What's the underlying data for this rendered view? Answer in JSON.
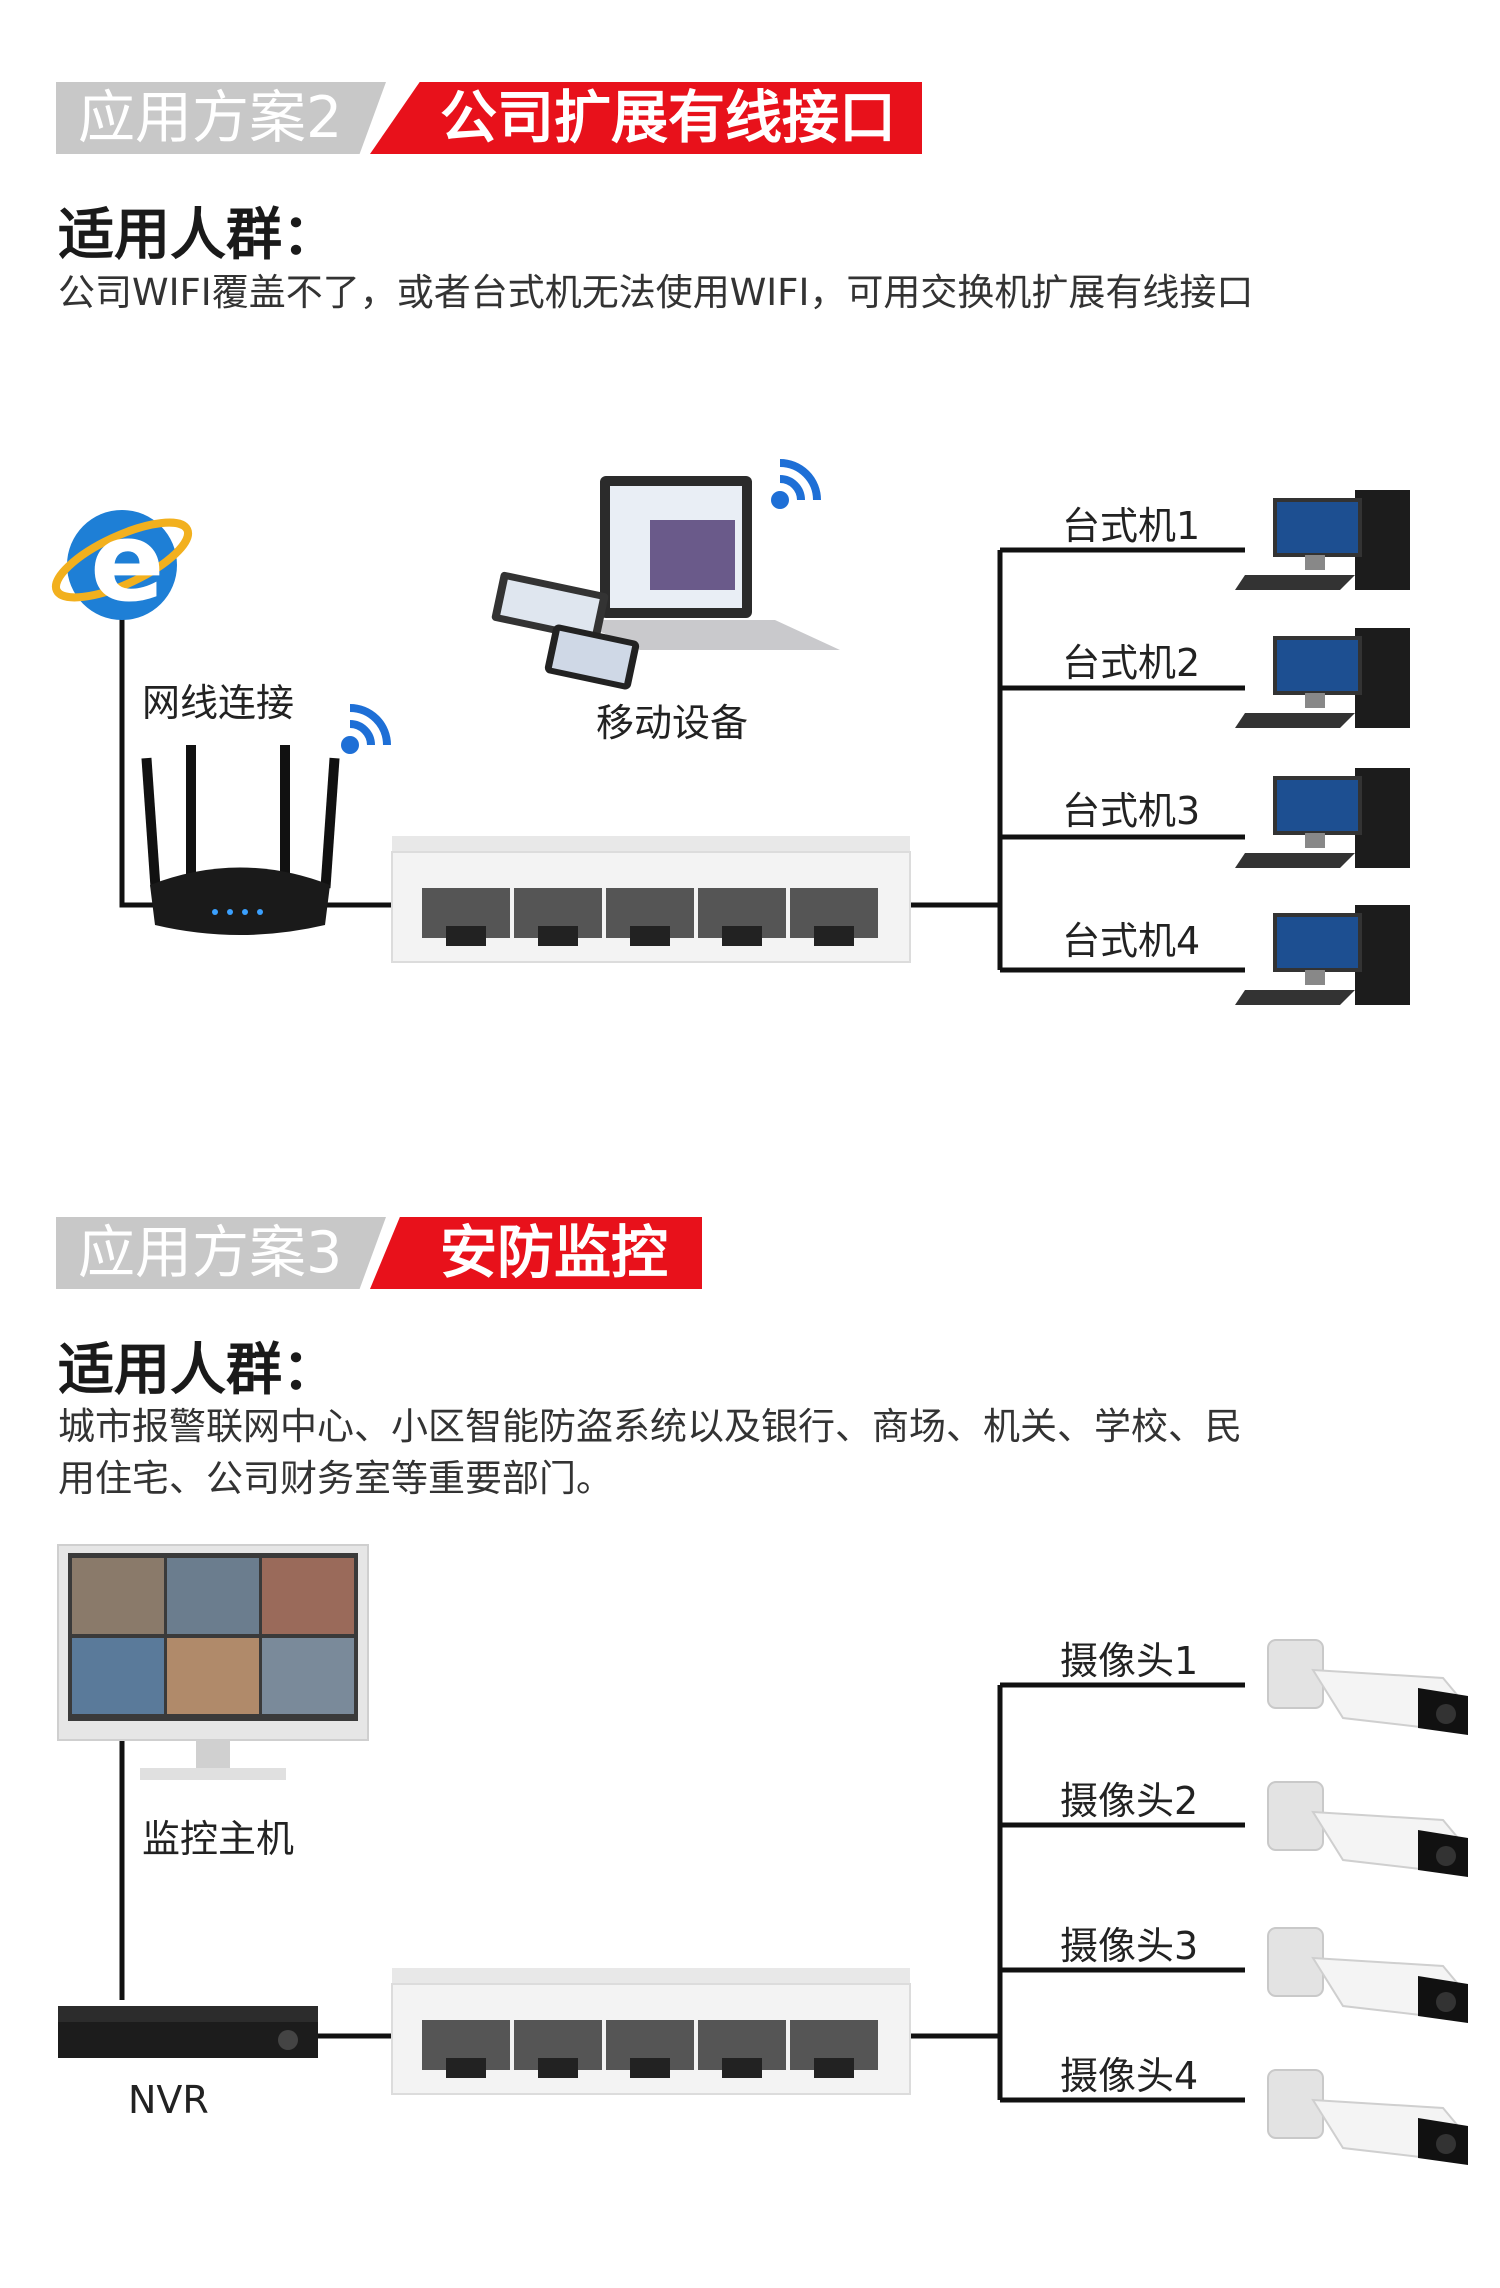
{
  "section2": {
    "tag": "应用方案2",
    "title": "公司扩展有线接口",
    "heading": "适用人群：",
    "description": "公司WIFI覆盖不了，或者台式机无法使用WIFI，可用交换机扩展有线接口",
    "labels": {
      "cable": "网线连接",
      "mobile": "移动设备",
      "pcs": [
        "台式机1",
        "台式机2",
        "台式机3",
        "台式机4"
      ]
    }
  },
  "section3": {
    "tag": "应用方案3",
    "title": "安防监控",
    "heading": "适用人群：",
    "description_line1": "城市报警联网中心、小区智能防盗系统以及银行、商场、机关、学校、民",
    "description_line2": "用住宅、公司财务室等重要部门。",
    "labels": {
      "monitor": "监控主机",
      "nvr": "NVR",
      "cameras": [
        "摄像头1",
        "摄像头2",
        "摄像头3",
        "摄像头4"
      ]
    }
  },
  "icons": [
    "ie-browser-icon",
    "router-icon",
    "wifi-icon",
    "laptop-icon",
    "switch-icon",
    "desktop-pc-icon",
    "monitor-icon",
    "nvr-icon",
    "camera-icon"
  ],
  "colors": {
    "accent_red": "#e8111b",
    "tag_gray": "#c8c8c8",
    "line": "#111111"
  }
}
